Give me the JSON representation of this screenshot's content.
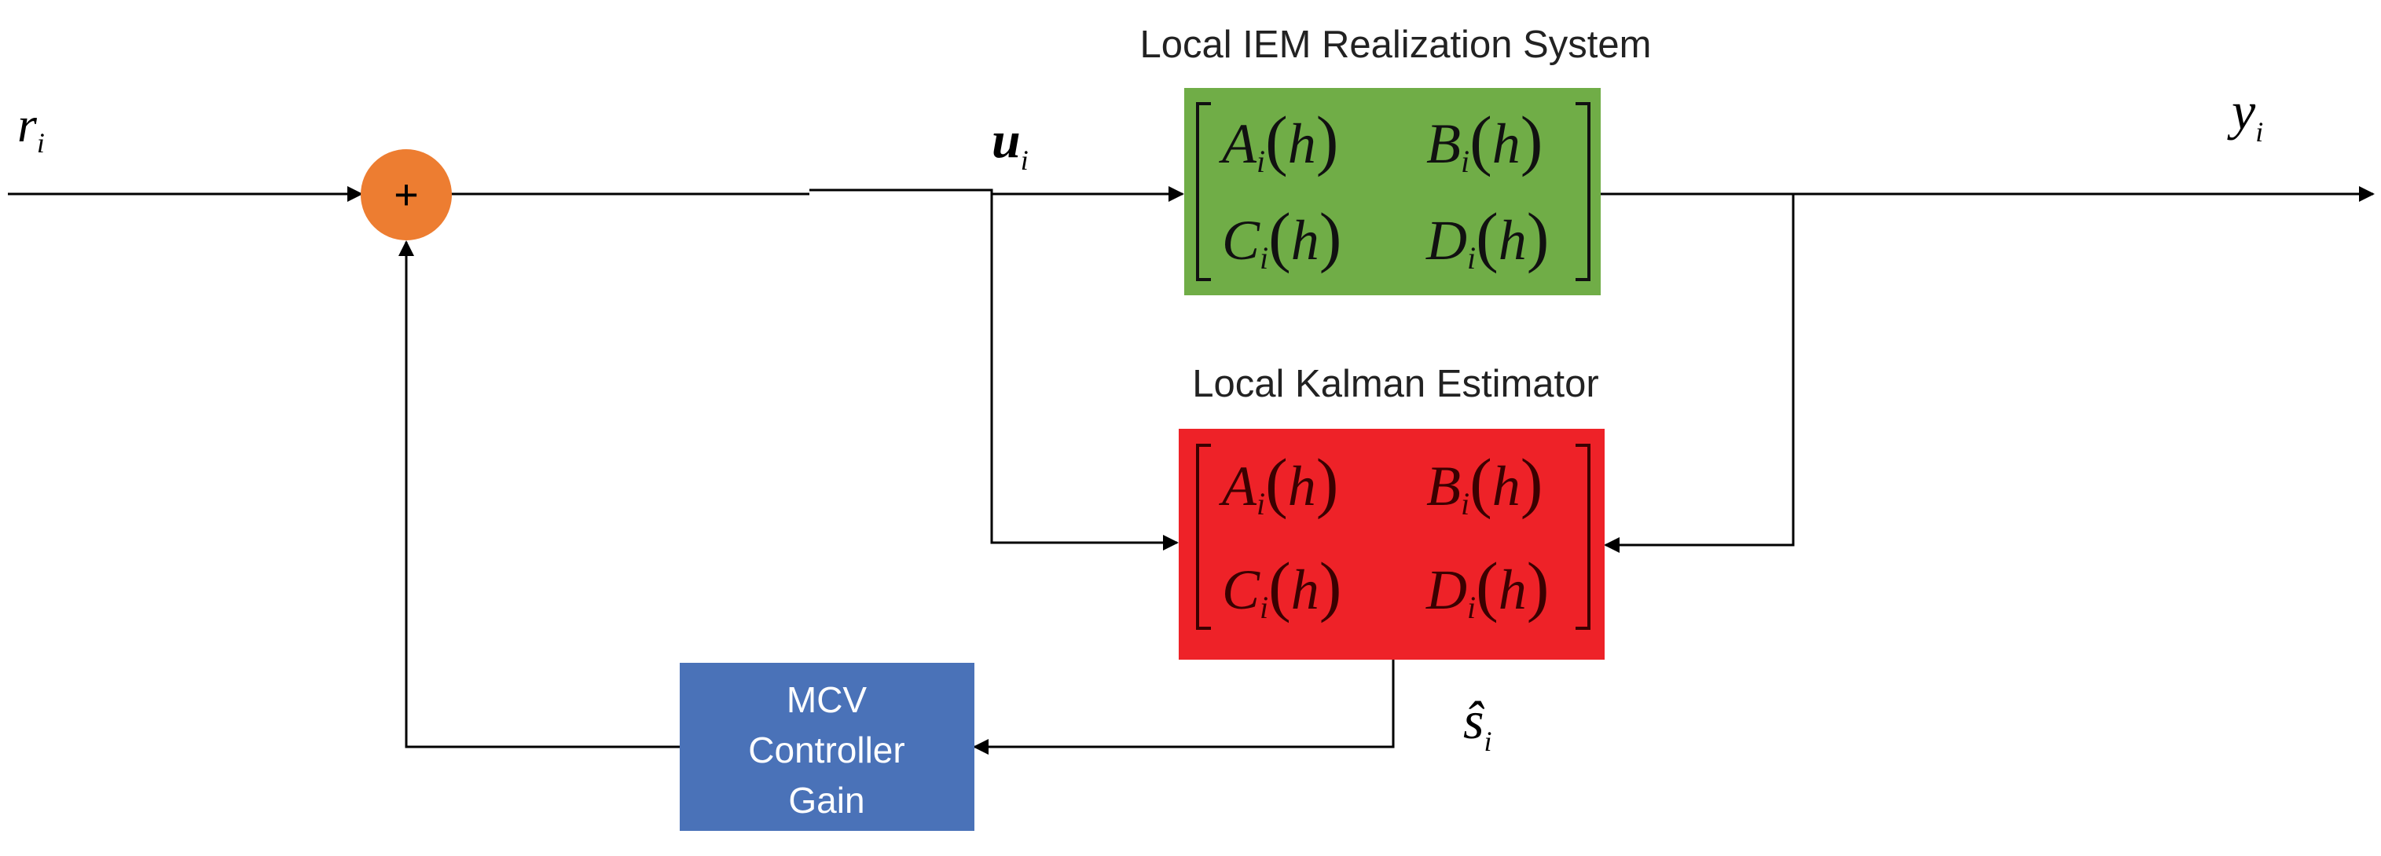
{
  "diagram": {
    "title_plant": "Local IEM Realization System",
    "title_estimator": "Local Kalman Estimator",
    "controller_lines": [
      "MCV",
      "Controller",
      "Gain"
    ],
    "summer_symbol": "+",
    "signals": {
      "r": "r",
      "r_sub": "i",
      "u": "u",
      "u_sub": "i",
      "y": "y",
      "y_sub": "i",
      "s": "ŝ",
      "s_sub": "i"
    },
    "matrix": {
      "a": "A",
      "b": "B",
      "c": "C",
      "d": "D",
      "sub": "i",
      "arg": "h"
    },
    "colors": {
      "plant": "#70ad47",
      "estimator": "#ee2228",
      "controller": "#4a72b8",
      "summer": "#ed7d31",
      "matrix_text_plant": "#111111",
      "matrix_text_estimator": "#3b0000"
    }
  }
}
